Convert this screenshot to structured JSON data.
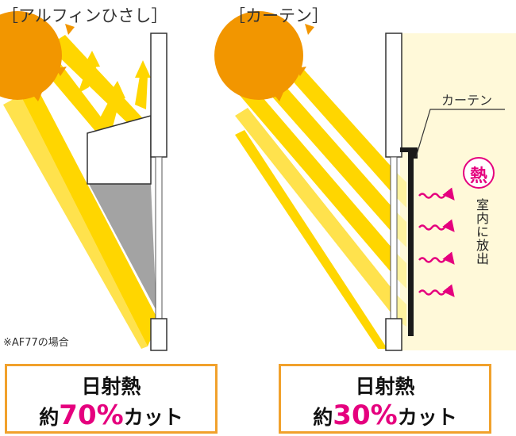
{
  "left_panel": {
    "title": "［アルフィンひさし］",
    "note": "※AF77の場合",
    "result": {
      "line1": "日射熱",
      "prefix": "約",
      "percent": "70%",
      "suffix": "カット"
    }
  },
  "right_panel": {
    "title": "［カーテン］",
    "curtain_label": "カーテン",
    "heat_label": "熱",
    "release_label": "室内に放出",
    "result": {
      "line1": "日射熱",
      "prefix": "約",
      "percent": "30%",
      "suffix": "カット"
    }
  },
  "colors": {
    "sun": "#f29600",
    "ray": "#ffd600",
    "ray_light": "#fff3a0",
    "shadow": "#a3a3a3",
    "indoor": "#fff9d9",
    "box_border": "#f1a12c",
    "accent": "#e5007e",
    "curtain": "#1a1a1a"
  }
}
